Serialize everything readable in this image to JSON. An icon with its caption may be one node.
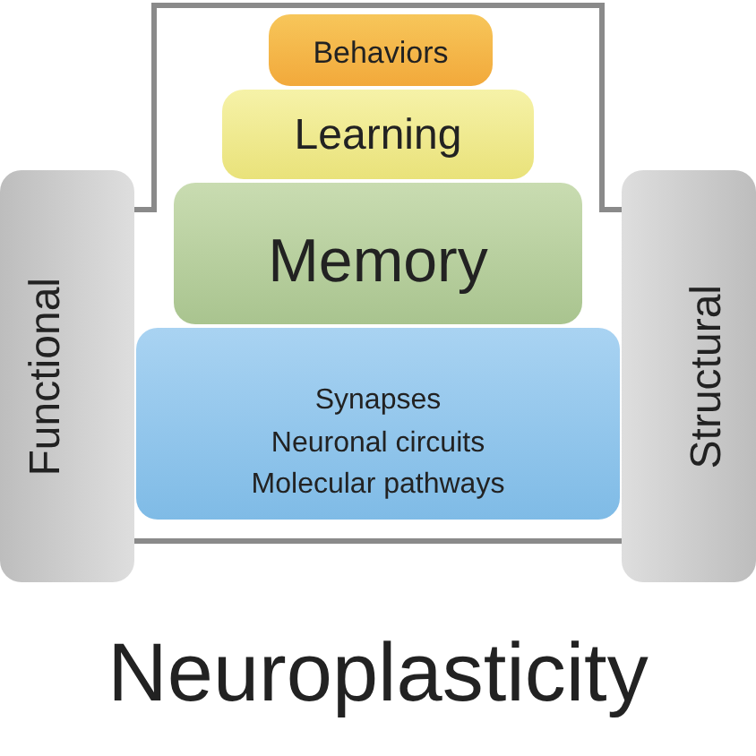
{
  "diagram": {
    "title": "Neuroplasticity",
    "nodes": [
      {
        "text": [
          "Behaviors"
        ]
      },
      {
        "text": [
          "Learning"
        ]
      },
      {
        "text": [
          "Memory"
        ]
      },
      {
        "text": [
          "Synapses",
          "Neuronal circuits",
          "Molecular pathways"
        ]
      },
      {
        "text": [
          "Functional"
        ]
      },
      {
        "text": [
          "Structural"
        ]
      }
    ],
    "edges": [
      {
        "from": 4,
        "to": 5,
        "arrow": "none"
      },
      {
        "from": 4,
        "to": 5,
        "arrow": "none"
      }
    ]
  }
}
